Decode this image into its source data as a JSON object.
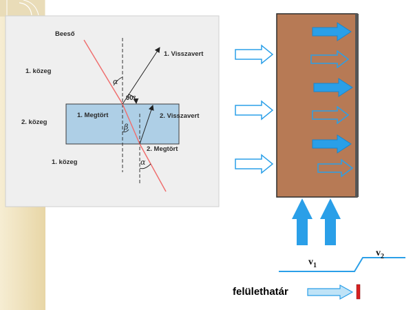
{
  "colors": {
    "accent_blue": "#2a9fe8",
    "ray_red": "#ef6f6f",
    "medium_brown": "#b77a55",
    "interface_fill": "#aecfe6",
    "side_beige": "#f1e5c4"
  },
  "refraction": {
    "incident_label": "Beeső",
    "reflected1_label": "1. Visszavert",
    "medium1_top_label": "1. közeg",
    "medium2_label": "2. közeg",
    "medium1_bottom_label": "1. közeg",
    "refracted1_label": "1. Megtört",
    "reflected2_label": "2. Visszavert",
    "refracted2_label": "2. Megtört",
    "angle_alpha": "α",
    "angle_90": "90°",
    "angle_beta": "β",
    "angle_alpha2": "α"
  },
  "velocity": {
    "v1_letter": "v",
    "v1_sub": "1",
    "v2_letter": "v",
    "v2_sub": "2"
  },
  "surface_label": "felülethatár",
  "icons": [
    "outline-arrow-icon",
    "solid-arrow-icon",
    "up-arrow-icon"
  ]
}
